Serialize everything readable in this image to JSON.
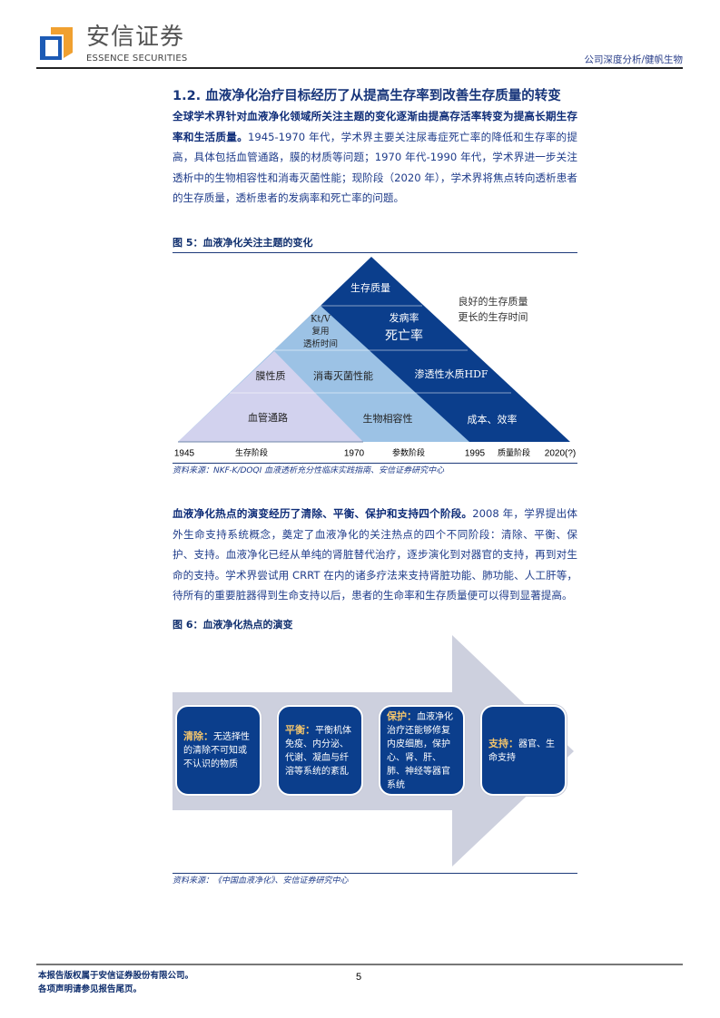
{
  "header": {
    "logo_cn": "安信证券",
    "logo_en": "ESSENCE SECURITIES",
    "right_text": "公司深度分析/健帆生物",
    "logo_colors": {
      "blue": "#1d5bb5",
      "orange": "#f0a030"
    }
  },
  "section_title": "1.2. 血液净化治疗目标经历了从提高生存率到改善生存质量的转变",
  "para1": {
    "bold": "全球学术界针对血液净化领域所关注主题的变化逐渐由提高存活率转变为提高长期生存率和生活质量。",
    "text": "1945-1970 年代，学术界主要关注尿毒症死亡率的降低和生存率的提高，具体包括血管通路，膜的材质等问题；1970 年代-1990 年代，学术界进一步关注透析中的生物相容性和消毒灭菌性能；现阶段（2020 年），学术界将焦点转向透析患者的生存质量，透析患者的发病率和死亡率的问题。"
  },
  "figure5": {
    "caption": "图 5：血液净化关注主题的变化",
    "labels": {
      "quality": "生存质量",
      "better_quality": "良好的生存质量",
      "longer_time": "更长的生存时间",
      "ktv": "Kt/V",
      "reuse": "复用",
      "dialysis_time": "透析时间",
      "morbidity": "发病率",
      "mortality": "死亡率",
      "membrane": "膜性质",
      "sterilization": "消毒灭菌性能",
      "permeability": "渗透性水质HDF",
      "vascular": "血管通路",
      "biocompat": "生物相容性",
      "cost": "成本、效率"
    },
    "axis": [
      {
        "year": "1945",
        "stage": "生存阶段"
      },
      {
        "year": "1970",
        "stage": "参数阶段"
      },
      {
        "year": "1995",
        "stage": "质量阶段"
      },
      {
        "year": "2020(?)",
        "stage": ""
      }
    ],
    "source": "资料来源：NKF-K/DOQI 血液透析充分性临床实践指南、安信证券研究中心",
    "colors": {
      "dark": "#0b3e8c",
      "medium": "#9cc2e5",
      "light": "#d2d2ee"
    }
  },
  "para2": {
    "bold": "血液净化热点的演变经历了清除、平衡、保护和支持四个阶段。",
    "text": "2008 年，学界提出体外生命支持系统概念，奠定了血液净化的关注热点的四个不同阶段：清除、平衡、保护、支持。血液净化已经从单纯的肾脏替代治疗，逐步演化到对器官的支持，再到对生命的支持。学术界尝试用 CRRT 在内的诸多疗法来支持肾脏功能、肺功能、人工肝等，待所有的重要脏器得到生命支持以后，患者的生命率和生存质量便可以得到显著提高。"
  },
  "figure6": {
    "caption": "图 6：血液净化热点的演变",
    "stages": [
      {
        "label": "清除：",
        "text": "无选择性的清除不可知或不认识的物质"
      },
      {
        "label": "平衡：",
        "text": "平衡机体免疫、内分泌、代谢、凝血与纤溶等系统的紊乱"
      },
      {
        "label": "保护：",
        "text": "血液净化治疗还能够修复内皮细胞，保护心、肾、肝、肺、神经等器官系统"
      },
      {
        "label": "支持：",
        "text": "器官、生命支持"
      }
    ],
    "source": "资料来源：《中国血液净化》、安信证券研究中心"
  },
  "footer": {
    "line1": "本报告版权属于安信证券股份有限公司。",
    "line2": "各项声明请参见报告尾页。",
    "page": "5"
  }
}
